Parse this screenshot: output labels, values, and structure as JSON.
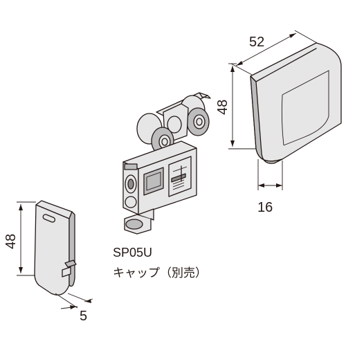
{
  "dimensions": {
    "cap_width": "52",
    "cap_height": "48",
    "cap_depth": "16",
    "side_cap_height": "48",
    "side_cap_depth": "5"
  },
  "labels": {
    "model": "SP05U",
    "caption": "キャップ（別売）"
  }
}
